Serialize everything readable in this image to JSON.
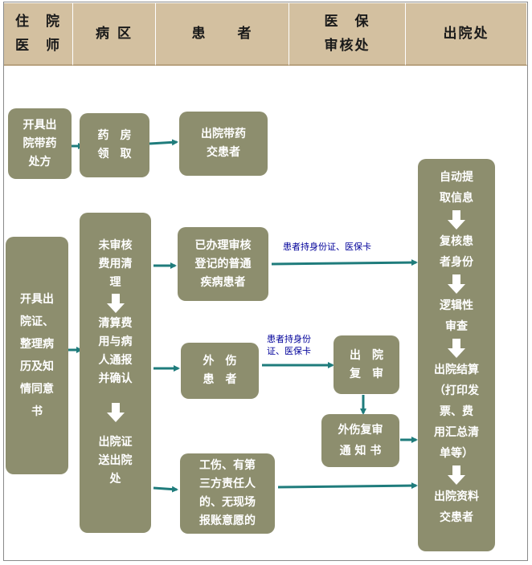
{
  "header": {
    "col1": "住　院\n医　师",
    "col2": "病 区",
    "col3": "患　　者",
    "col4": "医　保\n审核处",
    "col5": "出院处"
  },
  "boxes": {
    "prescribe": "开具出\n院带药\n处方",
    "pharmacy": "药　房\n领　取",
    "hand_meds": "出院带药\n交患者",
    "discharge_cert": "开具出\n院证、\n整理病\n历及知\n情同意\n书",
    "ward_steps": {
      "s1": "未审核\n费用清\n理",
      "s2": "清算费\n用与病\n人通报\n并确认",
      "s3": "出院证\n送出院\n处"
    },
    "registered": "已办理审核\n登记的普通\n疾病患者",
    "trauma": "外　伤\n患　者",
    "review": "出　院\n复　审",
    "trauma_notice": "外伤复审\n通 知 书",
    "injury": "工伤、有第\n三方责任人\n的、无现场\n报账意愿的",
    "settlement": {
      "s1": "自动提\n取信息",
      "s2": "复核患\n者身份",
      "s3": "逻辑性\n审查",
      "s4": "出院结算\n（打印发\n票、费\n用汇总清\n单等）",
      "s5": "出院资料\n交患者"
    }
  },
  "labels": {
    "id_card_1": "患者持身份证、医保卡",
    "id_card_2": "患者持身份\n证、医保卡"
  },
  "colors": {
    "header_bg": "#d3c0a0",
    "box_bg": "#8d8e6e",
    "arrow": "#1f7c7c",
    "label_text": "#00009a"
  }
}
